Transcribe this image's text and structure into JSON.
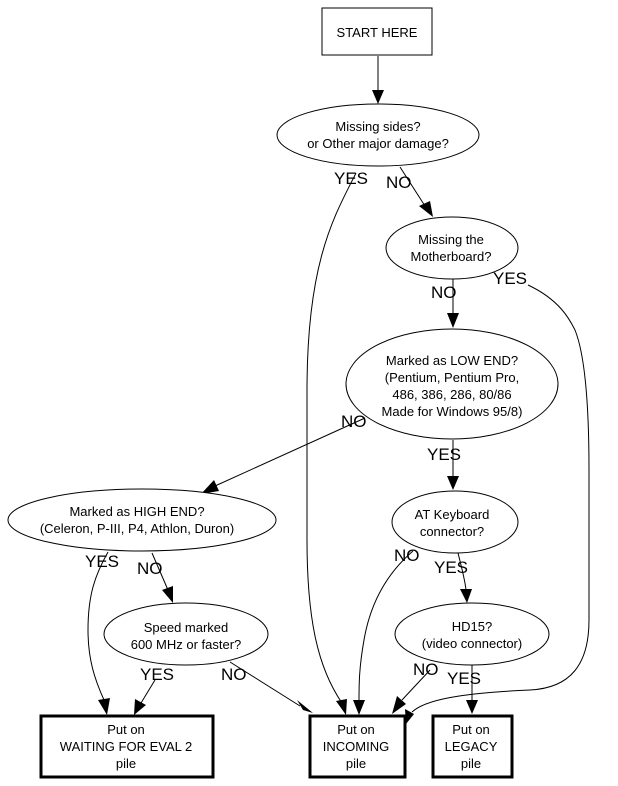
{
  "diagram": {
    "type": "flowchart",
    "nodes": {
      "start": {
        "lines": [
          "START HERE"
        ]
      },
      "missing_sides": {
        "lines": [
          "Missing sides?",
          "or Other major damage?"
        ]
      },
      "missing_mb": {
        "lines": [
          "Missing the",
          "Motherboard?"
        ]
      },
      "low_end": {
        "lines": [
          "Marked as LOW END?",
          "(Pentium, Pentium Pro,",
          "486, 386, 286, 80/86",
          "Made for Windows 95/8)"
        ]
      },
      "high_end": {
        "lines": [
          "Marked as HIGH END?",
          "(Celeron, P-III, P4, Athlon, Duron)"
        ]
      },
      "at_keyboard": {
        "lines": [
          "AT Keyboard",
          "connector?"
        ]
      },
      "speed": {
        "lines": [
          "Speed marked",
          "600 MHz or faster?"
        ]
      },
      "hd15": {
        "lines": [
          "HD15?",
          "(video connector)"
        ]
      },
      "waiting": {
        "lines": [
          "Put on",
          "WAITING FOR EVAL 2",
          "pile"
        ]
      },
      "incoming": {
        "lines": [
          "Put on",
          "INCOMING",
          "pile"
        ]
      },
      "legacy": {
        "lines": [
          "Put on",
          "LEGACY",
          "pile"
        ]
      }
    },
    "edge_labels": {
      "missing_sides_yes": "YES",
      "missing_sides_no": "NO",
      "missing_mb_no": "NO",
      "missing_mb_yes": "YES",
      "low_end_no": "NO",
      "low_end_yes": "YES",
      "high_end_yes": "YES",
      "high_end_no": "NO",
      "at_keyboard_no": "NO",
      "at_keyboard_yes": "YES",
      "speed_yes": "YES",
      "speed_no": "NO",
      "hd15_no": "NO",
      "hd15_yes": "YES"
    },
    "edges": [
      {
        "from": "start",
        "to": "missing_sides",
        "label": ""
      },
      {
        "from": "missing_sides",
        "to": "incoming",
        "label": "YES"
      },
      {
        "from": "missing_sides",
        "to": "missing_mb",
        "label": "NO"
      },
      {
        "from": "missing_mb",
        "to": "low_end",
        "label": "NO"
      },
      {
        "from": "missing_mb",
        "to": "incoming",
        "label": "YES"
      },
      {
        "from": "low_end",
        "to": "high_end",
        "label": "NO"
      },
      {
        "from": "low_end",
        "to": "at_keyboard",
        "label": "YES"
      },
      {
        "from": "high_end",
        "to": "waiting",
        "label": "YES"
      },
      {
        "from": "high_end",
        "to": "speed",
        "label": "NO"
      },
      {
        "from": "at_keyboard",
        "to": "incoming",
        "label": "NO"
      },
      {
        "from": "at_keyboard",
        "to": "hd15",
        "label": "YES"
      },
      {
        "from": "speed",
        "to": "waiting",
        "label": "YES"
      },
      {
        "from": "speed",
        "to": "incoming",
        "label": "NO"
      },
      {
        "from": "hd15",
        "to": "incoming",
        "label": "NO"
      },
      {
        "from": "hd15",
        "to": "legacy",
        "label": "YES"
      }
    ]
  }
}
